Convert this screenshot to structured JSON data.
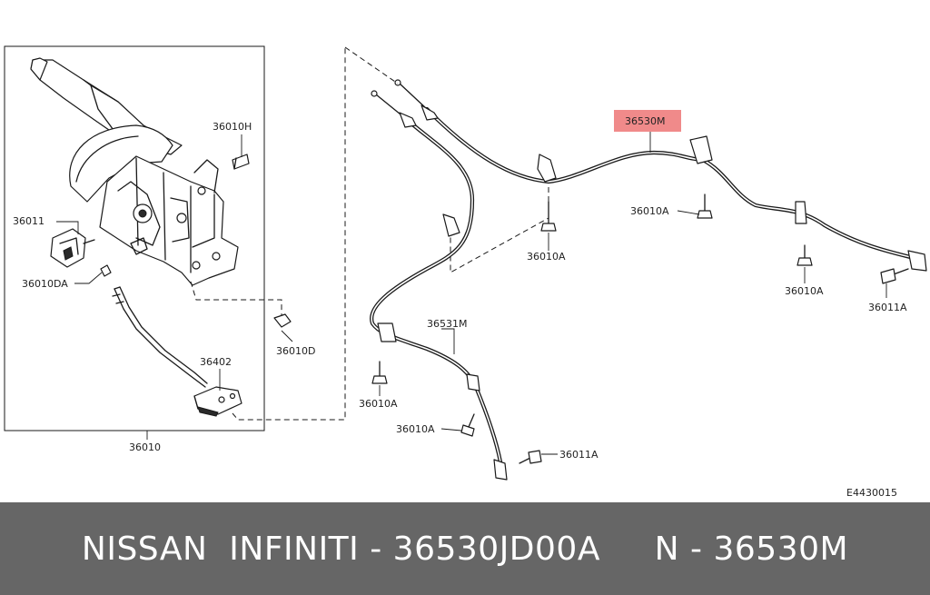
{
  "diagram": {
    "code": "E4430015",
    "highlight_color": "#f08a8a",
    "labels": {
      "p36010": "36010",
      "p36010H": "36010H",
      "p36011": "36011",
      "p36010DA": "36010DA",
      "p36010D": "36010D",
      "p36402": "36402",
      "p36530M": "36530M",
      "p36531M": "36531M",
      "p36010A_1": "36010A",
      "p36010A_2": "36010A",
      "p36010A_3": "36010A",
      "p36010A_4": "36010A",
      "p36010A_5": "36010A",
      "p36011A_1": "36011A",
      "p36011A_2": "36011A"
    }
  },
  "footer": {
    "text": "NISSAN  INFINITI - 36530JD00A     N - 36530M",
    "background": "#666666"
  }
}
